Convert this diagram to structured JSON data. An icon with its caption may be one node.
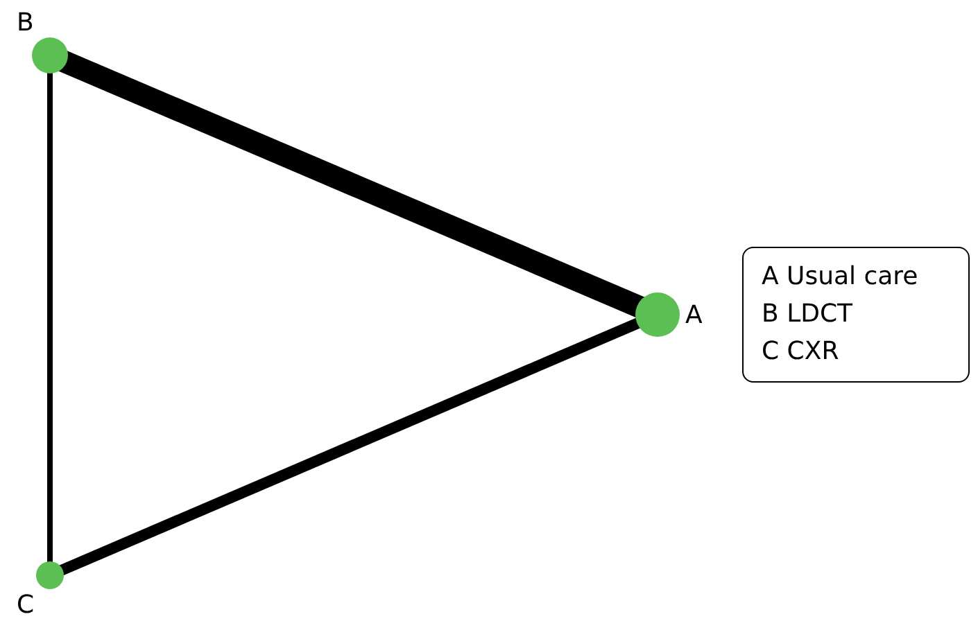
{
  "diagram": {
    "nodes": [
      {
        "text": [
          "A"
        ]
      },
      {
        "text": [
          "B"
        ]
      },
      {
        "text": [
          "C"
        ]
      }
    ],
    "edges": [
      {
        "from": 1,
        "to": 0,
        "arrow": "none",
        "style": "thick"
      },
      {
        "from": 0,
        "to": 2,
        "arrow": "none"
      },
      {
        "from": 1,
        "to": 2,
        "arrow": "none"
      }
    ],
    "legend": [
      {
        "text": "A Usual care"
      },
      {
        "text": "B LDCT"
      },
      {
        "text": "C CXR"
      }
    ]
  }
}
